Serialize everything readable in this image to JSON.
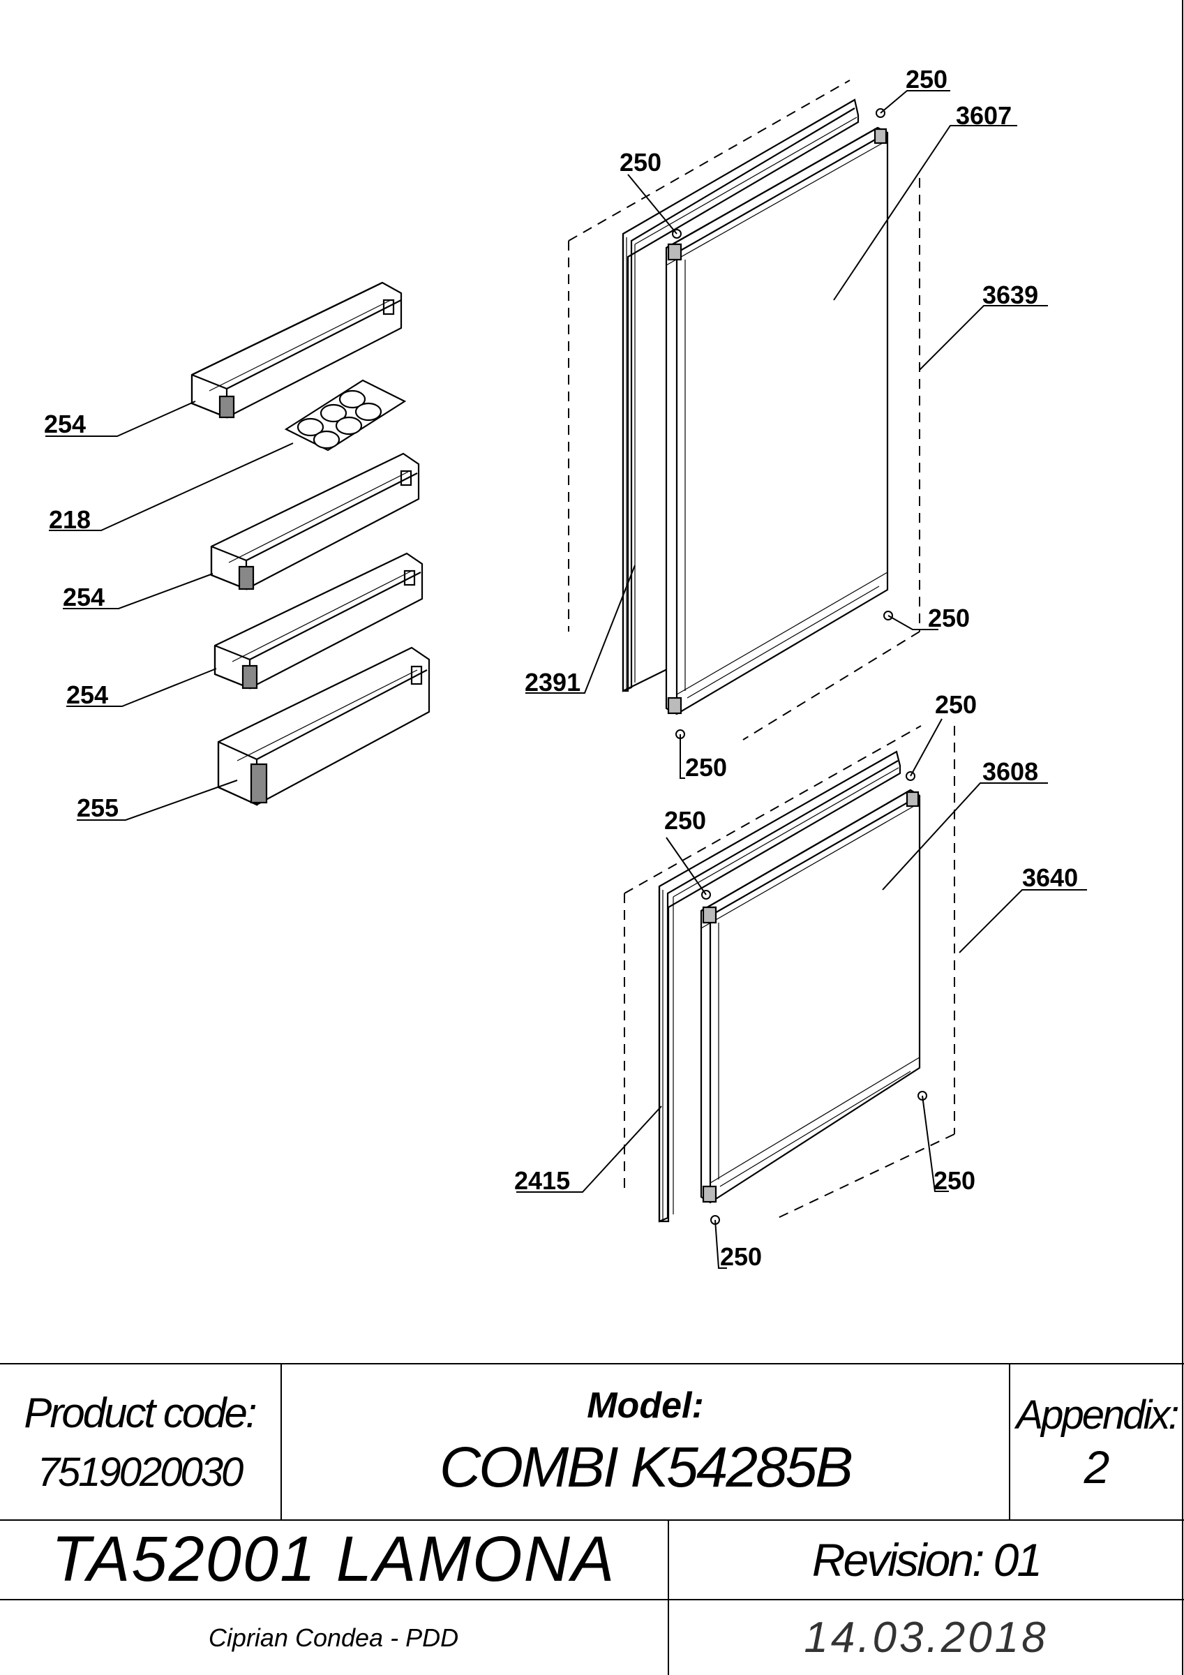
{
  "callouts": [
    {
      "id": "c1",
      "text": "250"
    },
    {
      "id": "c2",
      "text": "3607"
    },
    {
      "id": "c3",
      "text": "250"
    },
    {
      "id": "c4",
      "text": "3639"
    },
    {
      "id": "c5",
      "text": "254"
    },
    {
      "id": "c6",
      "text": "218"
    },
    {
      "id": "c7",
      "text": "254"
    },
    {
      "id": "c8",
      "text": "250"
    },
    {
      "id": "c9",
      "text": "2391"
    },
    {
      "id": "c10",
      "text": "254"
    },
    {
      "id": "c11",
      "text": "250"
    },
    {
      "id": "c12",
      "text": "250"
    },
    {
      "id": "c13",
      "text": "3608"
    },
    {
      "id": "c14",
      "text": "255"
    },
    {
      "id": "c15",
      "text": "250"
    },
    {
      "id": "c16",
      "text": "3640"
    },
    {
      "id": "c17",
      "text": "2415"
    },
    {
      "id": "c18",
      "text": "250"
    },
    {
      "id": "c19",
      "text": "250"
    }
  ],
  "title_block": {
    "product_code_label": "Product code:",
    "product_code": "7519020030",
    "model_label": "Model:",
    "model": "COMBI K54285B",
    "appendix_label": "Appendix:",
    "appendix": "2",
    "title": "TA52001 LAMONA",
    "revision": "Revision: 01",
    "author": "Ciprian Condea - PDD",
    "date": "14.03.2018"
  }
}
